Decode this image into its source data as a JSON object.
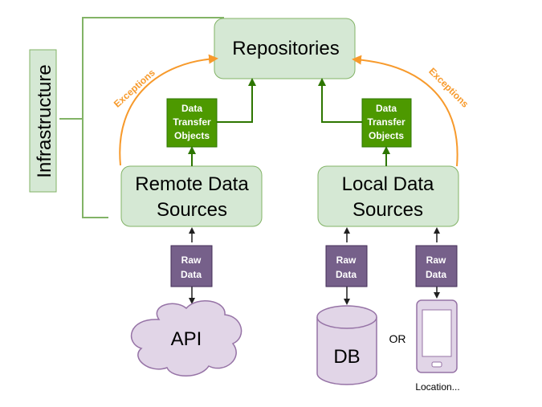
{
  "colors": {
    "node_fill": "#d5e8d4",
    "node_stroke": "#82b366",
    "dto_fill": "#4d9900",
    "dto_stroke": "#2d7600",
    "raw_fill": "#76608a",
    "raw_stroke": "#432d57",
    "storage_fill": "#e1d5e7",
    "storage_stroke": "#9673a6",
    "exception": "#f79a2c",
    "green_line": "#2d7600",
    "bracket": "#82b366"
  },
  "infrastructure_label": "Infrastructure",
  "repositories": {
    "label": "Repositories"
  },
  "remote": {
    "line1": "Remote Data",
    "line2": "Sources"
  },
  "local": {
    "line1": "Local Data",
    "line2": "Sources"
  },
  "dto": {
    "line1": "Data",
    "line2": "Transfer",
    "line3": "Objects"
  },
  "raw": {
    "line1": "Raw",
    "line2": "Data"
  },
  "exceptions_label": "Exceptions",
  "api": {
    "label": "API"
  },
  "db": {
    "label": "DB"
  },
  "or_label": "OR",
  "location_label": "Location..."
}
